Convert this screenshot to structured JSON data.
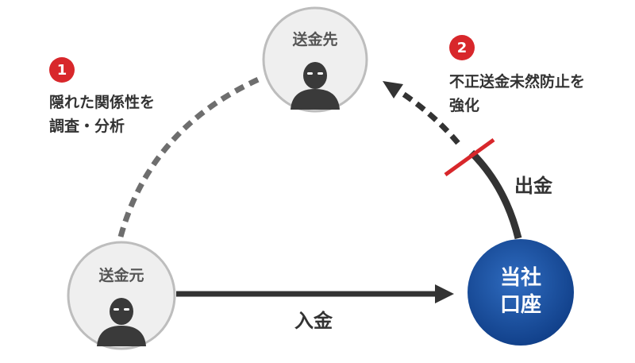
{
  "nodes": {
    "sender": {
      "label": "送金元"
    },
    "recipient": {
      "label": "送金先"
    },
    "company": {
      "line1": "当社",
      "line2": "口座"
    }
  },
  "edges": {
    "deposit": "入金",
    "withdrawal": "出金"
  },
  "annotations": [
    {
      "number": "1",
      "lines": [
        "隠れた関係性を",
        "調査・分析"
      ]
    },
    {
      "number": "2",
      "lines": [
        "不正送金未然防止を",
        "強化"
      ]
    }
  ],
  "colors": {
    "accent_red": "#d8272b",
    "company_blue": "#1c4f9c",
    "arrow_dark": "#333333",
    "dotted_gray": "#6e6e6e",
    "node_fill": "#efefef",
    "node_stroke": "#bdbdbd"
  }
}
